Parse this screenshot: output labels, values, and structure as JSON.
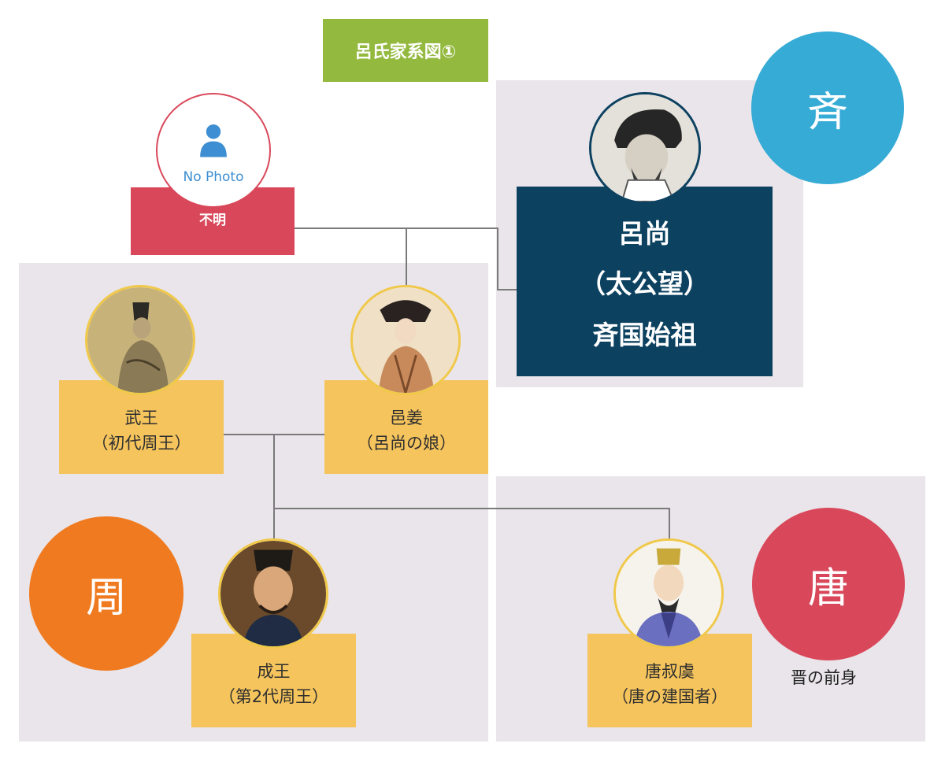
{
  "title": "呂氏家系図①",
  "states": {
    "qi": {
      "label": "斉",
      "color": "#36abd6"
    },
    "zhou": {
      "label": "周",
      "color": "#f07a1f"
    },
    "tang": {
      "label": "唐",
      "color": "#d9485a"
    }
  },
  "tang_note": "晋の前身",
  "people": {
    "unknown": {
      "name": "不明",
      "photo_label": "No Photo"
    },
    "lu_shang": {
      "line1": "呂尚",
      "line2": "（太公望）",
      "line3": "斉国始祖"
    },
    "wu_wang": {
      "name": "武王",
      "note": "（初代周王）"
    },
    "yi_jiang": {
      "name": "邑姜",
      "note": "（呂尚の娘）"
    },
    "cheng_wang": {
      "name": "成王",
      "note": "（第2代周王）"
    },
    "tang_shuyu": {
      "name": "唐叔虞",
      "note": "（唐の建国者）"
    }
  },
  "colors": {
    "person_box": "#f5c45c",
    "founder_box": "#0c4160",
    "unknown_box": "#d9485a",
    "title_box": "#93b93f",
    "region_bg": "#e9e5ea",
    "connector": "#7a7a7a"
  }
}
